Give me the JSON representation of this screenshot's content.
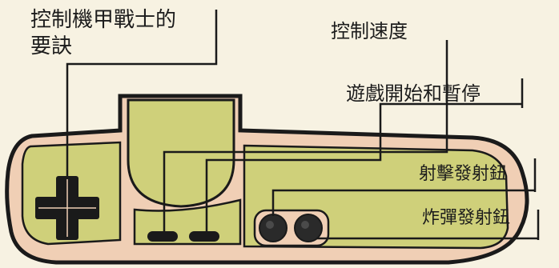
{
  "labels": {
    "dpad_line1": "控制機甲戰士的",
    "dpad_line2": "要訣",
    "speed": "控制速度",
    "start_pause": "遊戲開始和暫停",
    "fire": "射擊發射鈕",
    "bomb": "炸彈發射鈕"
  },
  "colors": {
    "background": "#f7f2e2",
    "controller_body": "#f0cfb5",
    "controller_panel": "#cfd07a",
    "outline": "#1a1a1a"
  },
  "icons": {
    "dpad": "directional-pad-icon",
    "buttons": "round-button-icon"
  }
}
